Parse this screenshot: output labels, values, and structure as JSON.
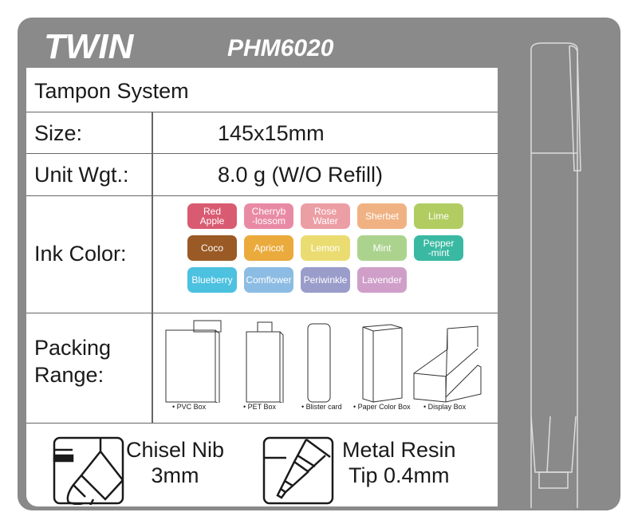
{
  "header": {
    "title": "TWIN",
    "model": "PHM6020"
  },
  "system": "Tampon System",
  "size": {
    "label": "Size:",
    "value": "145x15mm"
  },
  "weight": {
    "label": "Unit Wgt.:",
    "value": "8.0 g (W/O Refill)"
  },
  "ink": {
    "label": "Ink Color:",
    "colors": [
      {
        "name": "Red Apple",
        "lines": [
          "Red",
          "Apple"
        ],
        "hex": "#d95b72"
      },
      {
        "name": "Cherryblossom",
        "lines": [
          "Cherryb",
          "-lossom"
        ],
        "hex": "#e98aa5"
      },
      {
        "name": "Rose Water",
        "lines": [
          "Rose",
          "Water"
        ],
        "hex": "#ec9ea5"
      },
      {
        "name": "Sherbet",
        "lines": [
          "Sherbet",
          ""
        ],
        "hex": "#f0b283"
      },
      {
        "name": "Lime",
        "lines": [
          "Lime",
          ""
        ],
        "hex": "#b1cd62"
      },
      {
        "name": "Coco",
        "lines": [
          "Coco",
          ""
        ],
        "hex": "#9a5a25"
      },
      {
        "name": "Apricot",
        "lines": [
          "Apricot",
          ""
        ],
        "hex": "#ebaa3c"
      },
      {
        "name": "Lemon",
        "lines": [
          "Lemon",
          ""
        ],
        "hex": "#ebdc72"
      },
      {
        "name": "Mint",
        "lines": [
          "Mint",
          ""
        ],
        "hex": "#acd38d"
      },
      {
        "name": "Peppermint",
        "lines": [
          "Pepper",
          "-mint"
        ],
        "hex": "#3ab9a2"
      },
      {
        "name": "Blueberry",
        "lines": [
          "Blueberry",
          ""
        ],
        "hex": "#4cc1e0"
      },
      {
        "name": "Cornflower",
        "lines": [
          "Comflower",
          ""
        ],
        "hex": "#8cbce4"
      },
      {
        "name": "Periwinkle",
        "lines": [
          "Periwinkle",
          ""
        ],
        "hex": "#9a9cca"
      },
      {
        "name": "Lavender",
        "lines": [
          "Lavender",
          ""
        ],
        "hex": "#cf9fc9"
      }
    ]
  },
  "packing": {
    "label1": "Packing",
    "label2": "Range:",
    "items": [
      "• PVC Box",
      "• PET Box",
      "• Blister card",
      "• Paper Color Box",
      "• Display Box"
    ]
  },
  "nibs": [
    {
      "line1": "Chisel Nib",
      "line2": "3mm"
    },
    {
      "line1": "Metal Resin",
      "line2": "Tip 0.4mm"
    }
  ]
}
